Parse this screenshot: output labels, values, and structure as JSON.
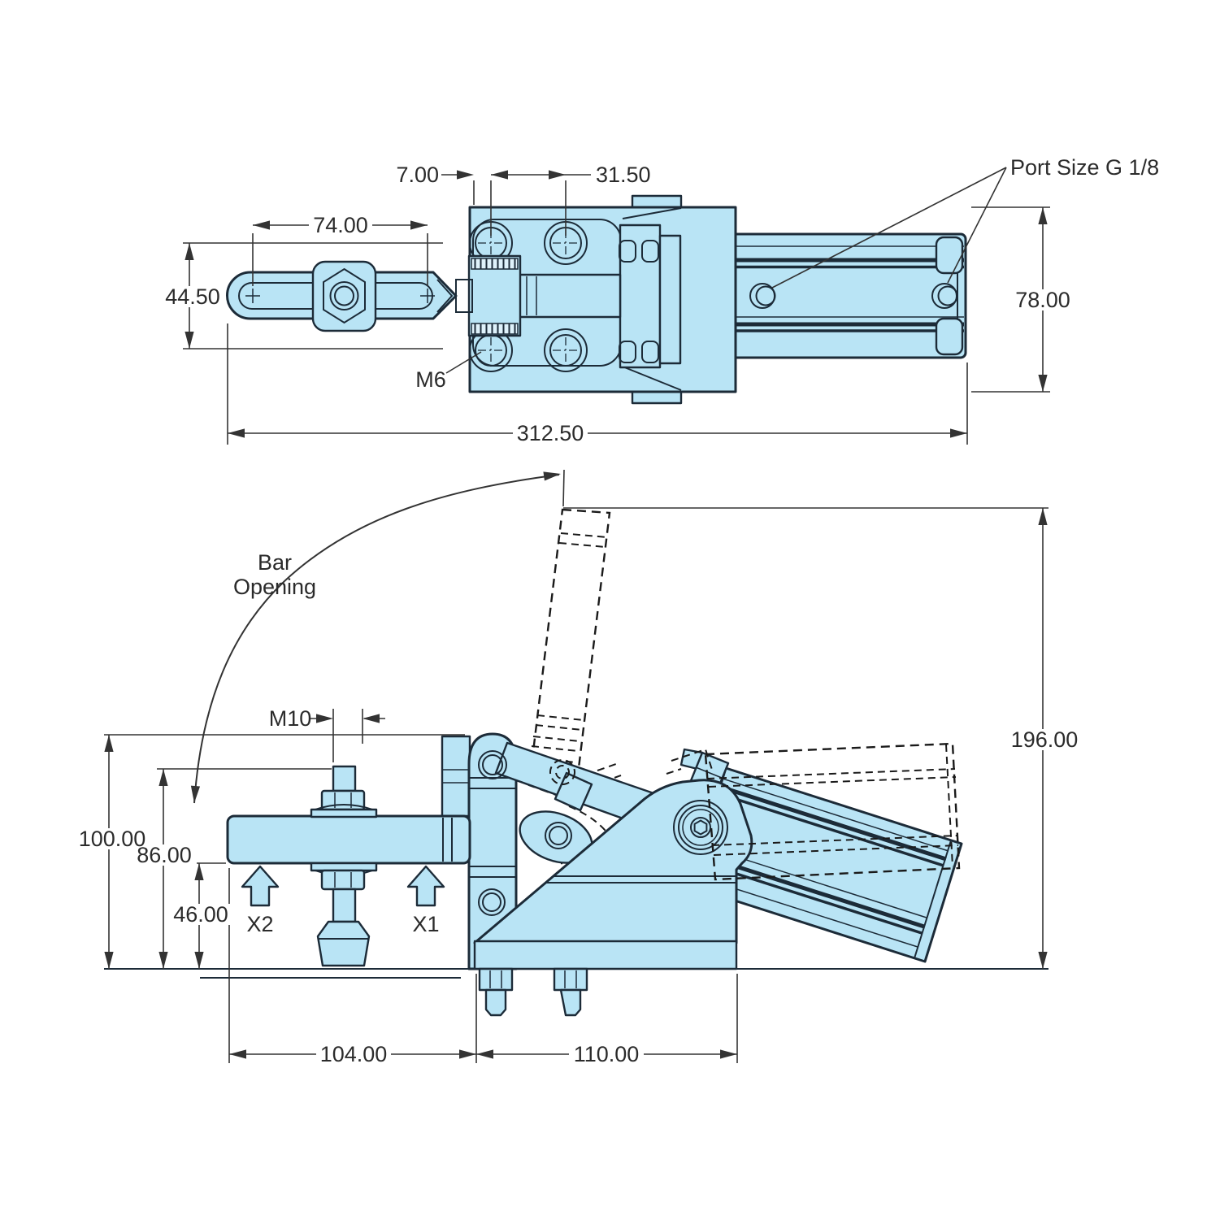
{
  "drawing": {
    "description": "Technical dimension drawing of a pneumatic toggle clamp, top view and front view",
    "top_view": {
      "dim_7": "7.00",
      "dim_31_5": "31.50",
      "dim_74": "74.00",
      "dim_44_5": "44.50",
      "dim_78": "78.00",
      "dim_312_5": "312.50",
      "thread_m6": "M6",
      "port_size": "Port Size G 1/8"
    },
    "front_view": {
      "bar_opening_1": "Bar",
      "bar_opening_2": "Opening",
      "thread_m10": "M10",
      "dim_196": "196.00",
      "dim_100": "100.00",
      "dim_86": "86.00",
      "dim_46": "46.00",
      "dim_104": "104.00",
      "dim_110": "110.00",
      "sensor_x1": "X1",
      "sensor_x2": "X2"
    },
    "colors": {
      "part_fill": "#b9e4f5",
      "part_fill_light": "#d2edf9",
      "part_fill_lighter": "#eaf7fd",
      "outline": "#1c2b38",
      "dim_line": "#333333",
      "dash_line": "#1a1a1a",
      "background": "#ffffff"
    }
  }
}
